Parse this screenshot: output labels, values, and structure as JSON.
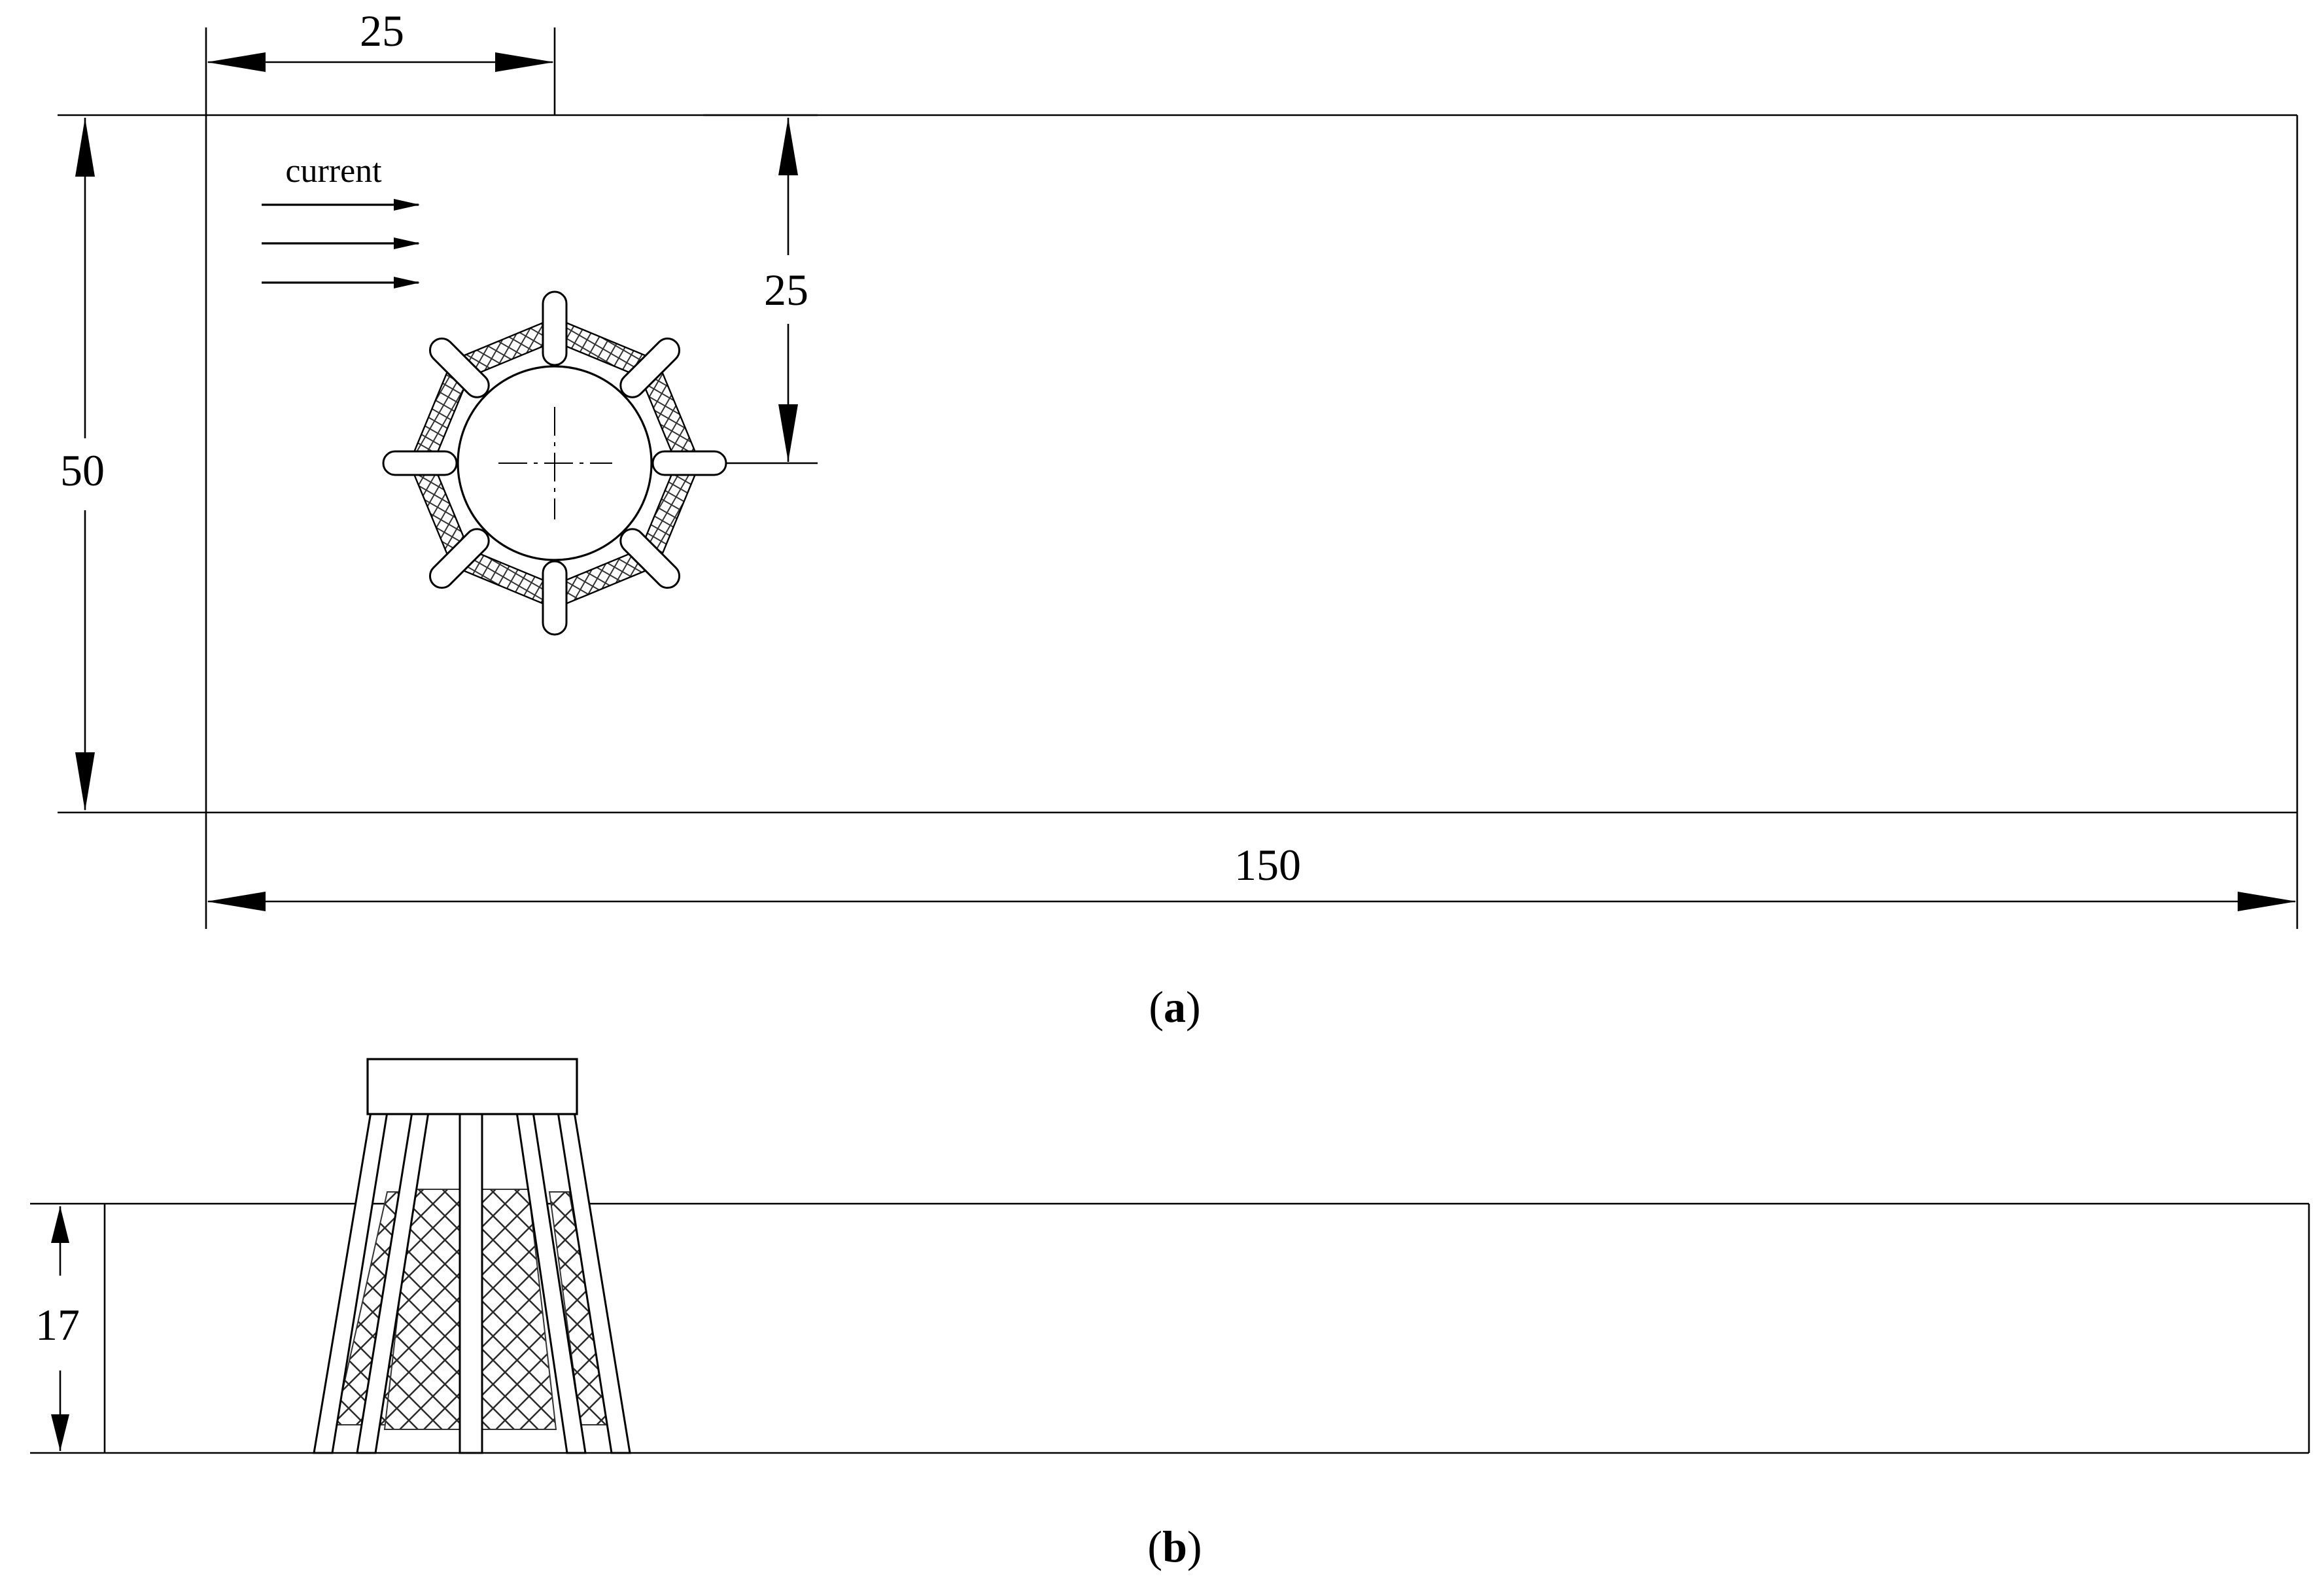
{
  "plan_view": {
    "dimensions": {
      "pile_offset_x": "25",
      "flume_width": "50",
      "pile_offset_y": "25",
      "flume_length": "150"
    },
    "flow_label": "current",
    "caption_letter": "a"
  },
  "side_view": {
    "dimensions": {
      "water_depth": "17"
    },
    "caption_letter": "b"
  },
  "colors": {
    "line": "#000000",
    "background": "#ffffff",
    "pile": "#ffffff"
  }
}
